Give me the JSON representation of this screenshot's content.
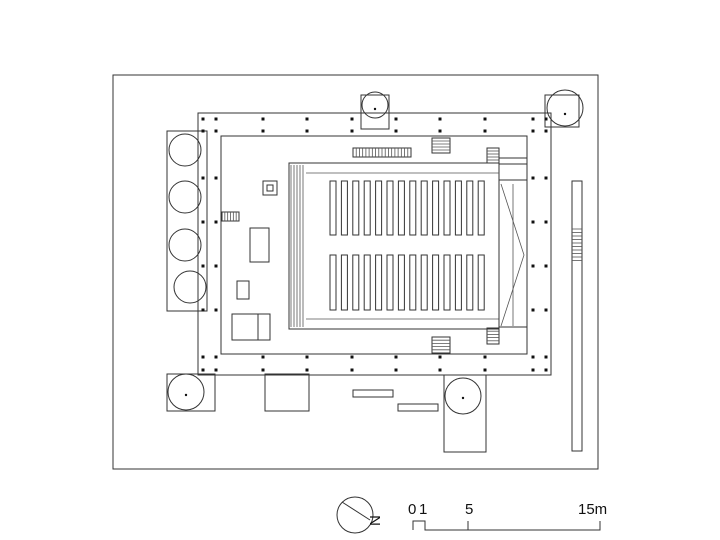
{
  "scale_bar": {
    "labels": [
      "0",
      "1",
      "5",
      "15m"
    ]
  },
  "north_arrow": {
    "label": "N",
    "icon": "north-arrow-icon"
  }
}
